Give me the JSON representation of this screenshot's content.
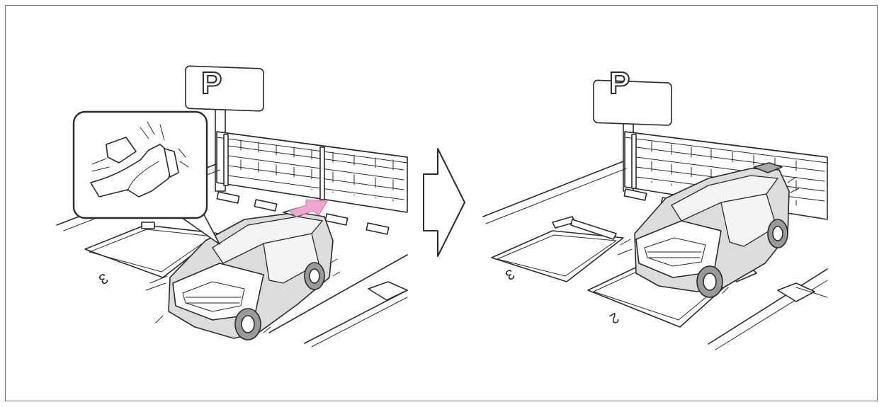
{
  "left_scene": {
    "sign_letter": "P",
    "bay_numbers": [
      "3"
    ],
    "arrow_color": "#f0a6cf"
  },
  "right_scene": {
    "sign_letter": "P",
    "bay_numbers": [
      "3",
      "2"
    ]
  },
  "transition_arrow": {
    "icon": "right-arrow-icon"
  }
}
